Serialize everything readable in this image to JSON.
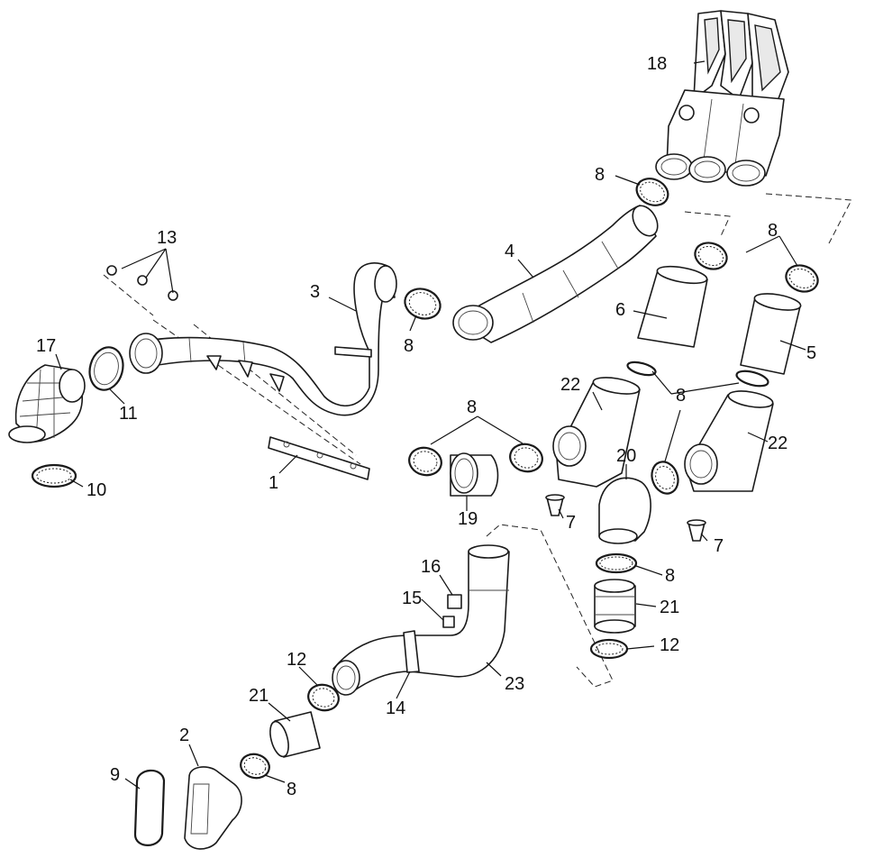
{
  "callouts": {
    "c1": "1",
    "c2": "2",
    "c3": "3",
    "c4": "4",
    "c5": "5",
    "c6": "6",
    "c7a": "7",
    "c7b": "7",
    "c8a": "8",
    "c8b": "8",
    "c8c": "8",
    "c8d": "8",
    "c8e": "8",
    "c8f": "8",
    "c8g": "8",
    "c9": "9",
    "c10": "10",
    "c11": "11",
    "c12a": "12",
    "c12b": "12",
    "c13": "13",
    "c14": "14",
    "c15": "15",
    "c16": "16",
    "c17": "17",
    "c18": "18",
    "c19": "19",
    "c20": "20",
    "c21a": "21",
    "c21b": "21",
    "c22a": "22",
    "c22b": "22",
    "c23": "23"
  }
}
